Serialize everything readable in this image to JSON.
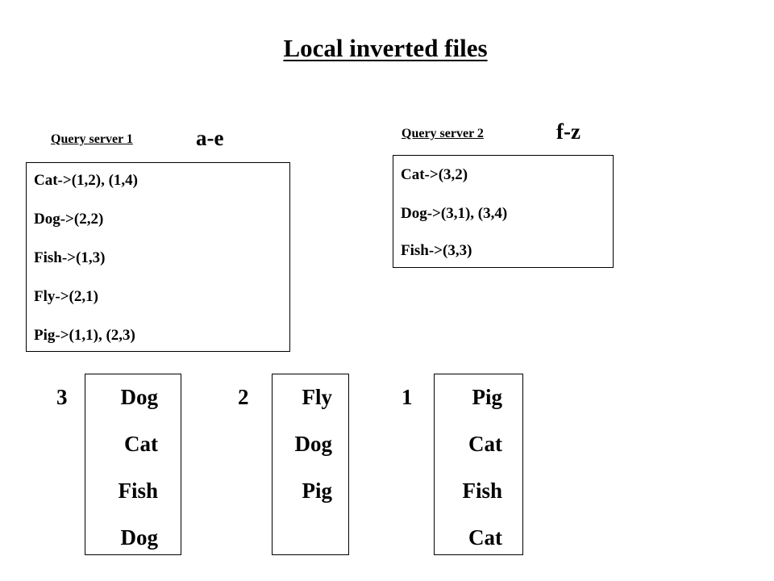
{
  "title": "Local inverted files",
  "servers": [
    {
      "label": "Query server 1",
      "range": "a-e",
      "entries": [
        "Cat->(1,2), (1,4)",
        "Dog->(2,2)",
        "Fish->(1,3)",
        "Fly->(2,1)",
        "Pig->(1,1), (2,3)"
      ]
    },
    {
      "label": "Query server 2",
      "range": "f-z",
      "entries": [
        "Cat->(3,2)",
        "Dog->(3,1), (3,4)",
        "Fish->(3,3)"
      ]
    }
  ],
  "documents": [
    {
      "id": "3",
      "words": [
        "Dog",
        "Cat",
        "Fish",
        "Dog"
      ]
    },
    {
      "id": "2",
      "words": [
        "Fly",
        "Dog",
        "Pig"
      ]
    },
    {
      "id": "1",
      "words": [
        "Pig",
        "Cat",
        "Fish",
        "Cat"
      ]
    }
  ]
}
